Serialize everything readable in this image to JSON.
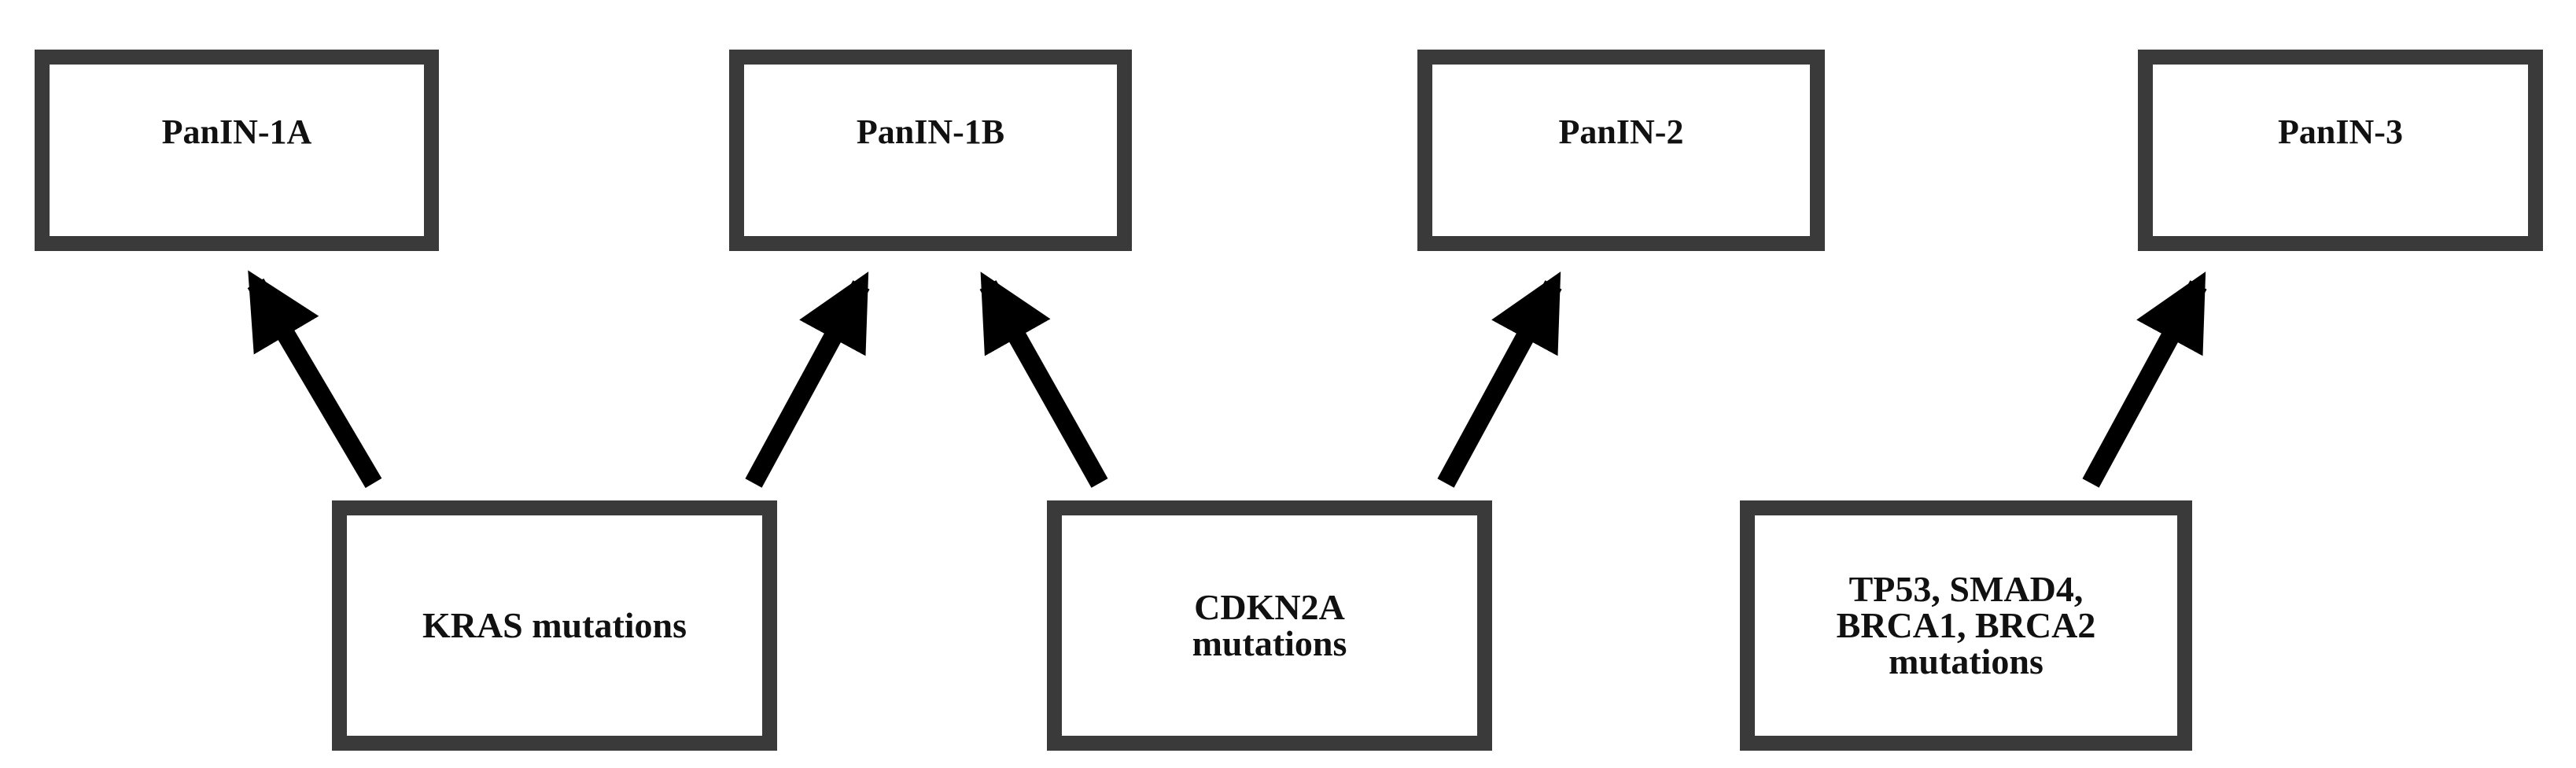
{
  "diagram": {
    "stages": [
      {
        "id": "panin-1a",
        "label": "PanIN-1A"
      },
      {
        "id": "panin-1b",
        "label": "PanIN-1B"
      },
      {
        "id": "panin-2",
        "label": "PanIN-2"
      },
      {
        "id": "panin-3",
        "label": "PanIN-3"
      }
    ],
    "mutations": [
      {
        "id": "kras",
        "lines": [
          "KRAS mutations"
        ]
      },
      {
        "id": "cdkn2a",
        "lines": [
          "CDKN2A",
          "mutations"
        ]
      },
      {
        "id": "tp53",
        "lines": [
          "TP53, SMAD4,",
          "BRCA1, BRCA2",
          "mutations"
        ]
      }
    ],
    "edges": [
      {
        "from": "kras",
        "to": "panin-1a"
      },
      {
        "from": "kras",
        "to": "panin-1b"
      },
      {
        "from": "cdkn2a",
        "to": "panin-1b"
      },
      {
        "from": "cdkn2a",
        "to": "panin-2"
      },
      {
        "from": "tp53",
        "to": "panin-3"
      }
    ],
    "colors": {
      "border": "#3a3a3a",
      "arrow": "#000000",
      "text": "#111111"
    }
  }
}
